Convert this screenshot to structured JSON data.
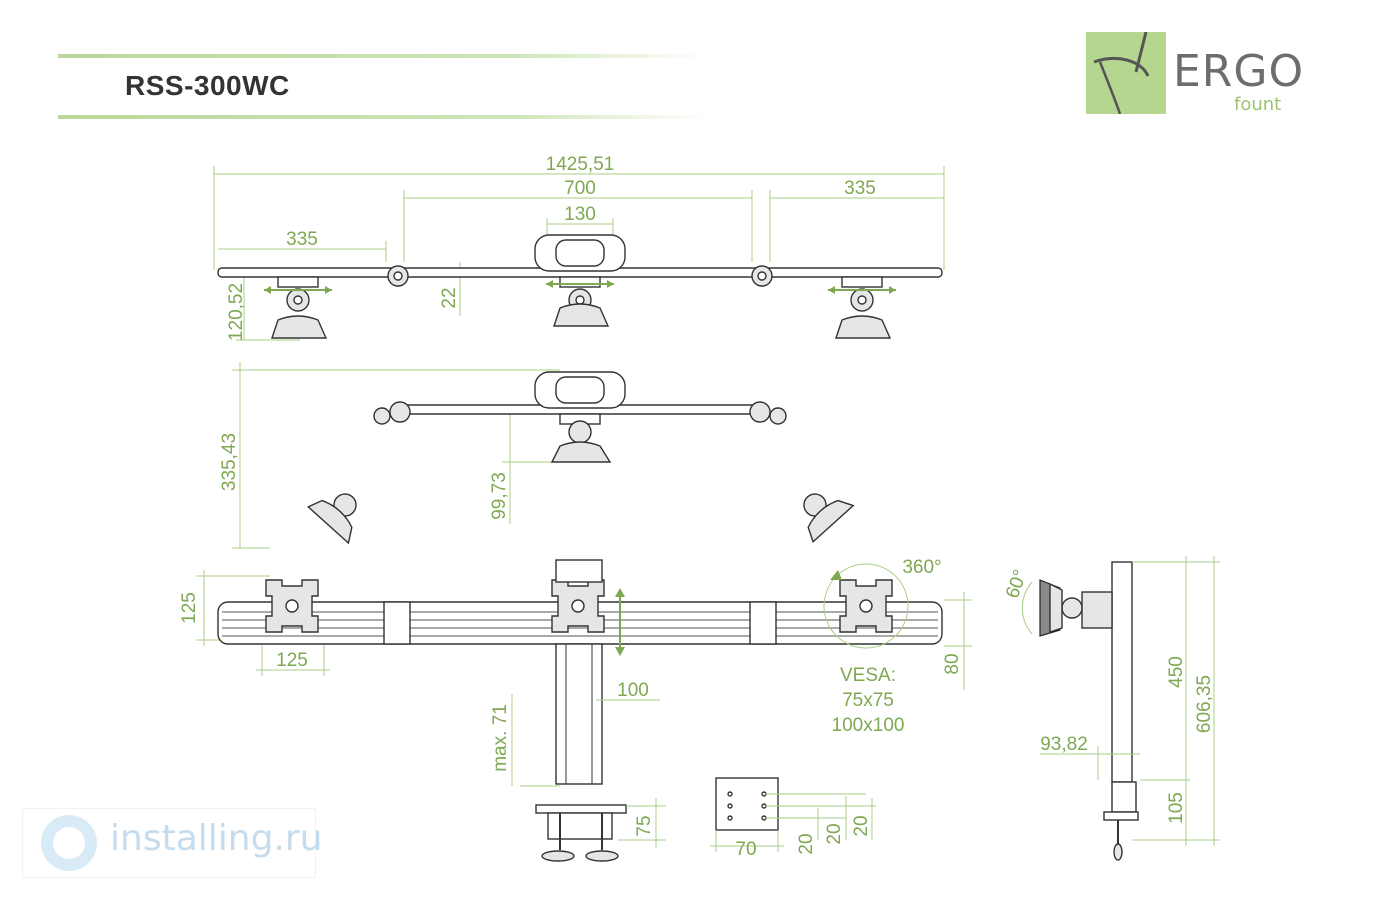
{
  "title": "RSS-300WC",
  "logo": {
    "brand": "ERGO",
    "sub": "fount"
  },
  "watermark": "installing.ru",
  "colors": {
    "accent": "#9dc56f",
    "dimension": "#7ea851",
    "line": "#a9cf85",
    "outline": "#333333"
  },
  "top_view": {
    "total_width": "1425,51",
    "center_span": "700",
    "side_span_right": "335",
    "side_span_left": "335",
    "bracket_width": "130",
    "depth": "120,52",
    "rail_offset": "22"
  },
  "angled_view": {
    "depth": "335,43",
    "center_depth": "99,73"
  },
  "front_view": {
    "mount_height": "125",
    "mount_width": "125",
    "rotation": "360°",
    "vesa_label": "VESA:",
    "vesa_1": "75x75",
    "vesa_2": "100x100",
    "bar_height": "80",
    "pole_width": "100",
    "pole_extension": "max. 71",
    "clamp_height": "75"
  },
  "plate_view": {
    "width": "70",
    "spacing_a": "20",
    "spacing_b": "20",
    "spacing_c": "20"
  },
  "side_view": {
    "tilt": "60°",
    "height_450": "450",
    "height_total": "606,35",
    "offset": "93,82",
    "clamp": "105"
  }
}
